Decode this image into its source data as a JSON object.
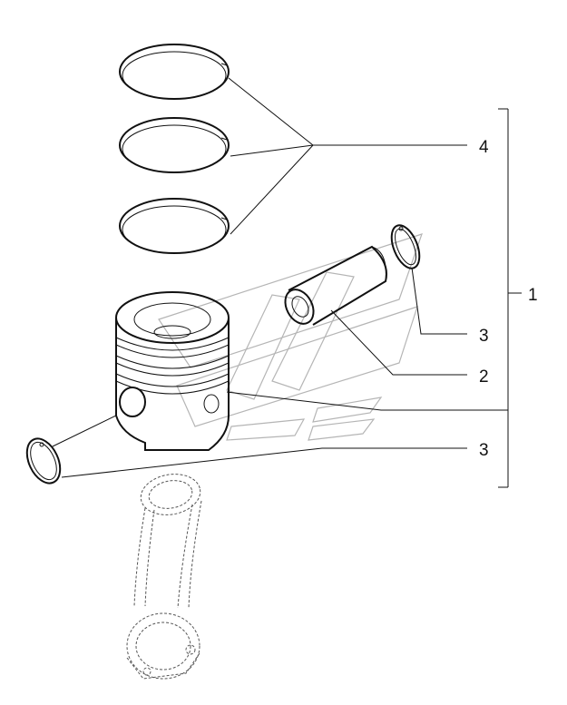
{
  "callouts": {
    "assembly": "1",
    "pin": "2",
    "circlip_right": "3",
    "circlip_left": "3",
    "rings": "4"
  },
  "colors": {
    "line": "#111111",
    "watermark": "#b5b5b5",
    "background": "#ffffff"
  }
}
